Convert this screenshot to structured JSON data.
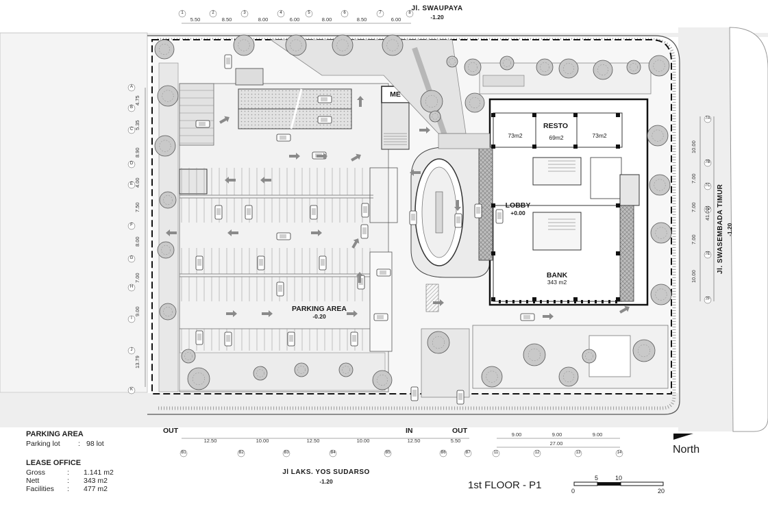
{
  "streets": {
    "north_name": "Jl. SWAUPAYA",
    "north_elev": "-1.20",
    "east_name": "Jl. SWASEMBADA TIMUR",
    "east_elev": "-1.20",
    "south_name": "Jl LAKS. YOS SUDARSO",
    "south_elev": "-1.20"
  },
  "rooms": {
    "me": "ME",
    "resto": "RESTO",
    "resto_areas": [
      "73m2",
      "69m2",
      "73m2"
    ],
    "lobby": "LOBBY",
    "lobby_elev": "+0.00",
    "bank": "BANK",
    "bank_area": "343 m2",
    "parking": "PARKING AREA",
    "parking_elev": "-0.20"
  },
  "gates": {
    "out_left": "OUT",
    "in": "IN",
    "out_right": "OUT"
  },
  "top_dims": [
    "5.50",
    "8.50",
    "8.00",
    "6.00",
    "8.00",
    "8.50",
    "6.00"
  ],
  "bottom_dims": [
    "12.50",
    "10.00",
    "12.50",
    "10.00",
    "12.50",
    "5.50"
  ],
  "bottom_dims_right": [
    "9.00",
    "9.00",
    "9.00"
  ],
  "bottom_dim_total": "27.00",
  "left_dims": [
    "4.75",
    "5.35",
    "8.90",
    "4.00",
    "7.50",
    "8.00",
    "7.00",
    "9.00",
    "13.79"
  ],
  "right_dims": [
    "10.00",
    "7.00",
    "7.00",
    "7.00",
    "10.00"
  ],
  "right_dim_total": "41.00",
  "top_grid": [
    "1",
    "2",
    "3",
    "4",
    "5",
    "6",
    "7",
    "8"
  ],
  "bottom_grid": [
    "B1",
    "B2",
    "B3",
    "B4",
    "B5",
    "B6",
    "B7"
  ],
  "bottom_grid_right": [
    "11",
    "12",
    "13",
    "14"
  ],
  "right_grid": [
    "7A",
    "7B",
    "7C",
    "7D",
    "7E",
    "7F"
  ],
  "left_grid": [
    "A",
    "B",
    "C",
    "D",
    "E",
    "F",
    "G",
    "H",
    "I",
    "J",
    "K"
  ],
  "legend": {
    "parking_title": "PARKING AREA",
    "parking_lot_label": "Parking lot",
    "parking_lot_value": "98 lot",
    "lease_title": "LEASE OFFICE",
    "gross_label": "Gross",
    "gross_value": "1.141  m2",
    "nett_label": "Nett",
    "nett_value": "343  m2",
    "facilities_label": "Facilities",
    "facilities_value": "477  m2",
    "colon": ":"
  },
  "drawing_title": "1st FLOOR - P1",
  "north_label": "North",
  "scale_ticks": [
    "0",
    "5",
    "10",
    "20"
  ],
  "colors": {
    "line": "#2a2a2a",
    "paving": "#d9d9d9",
    "tree": "#bdbdbd",
    "road": "#e6e6e6"
  }
}
